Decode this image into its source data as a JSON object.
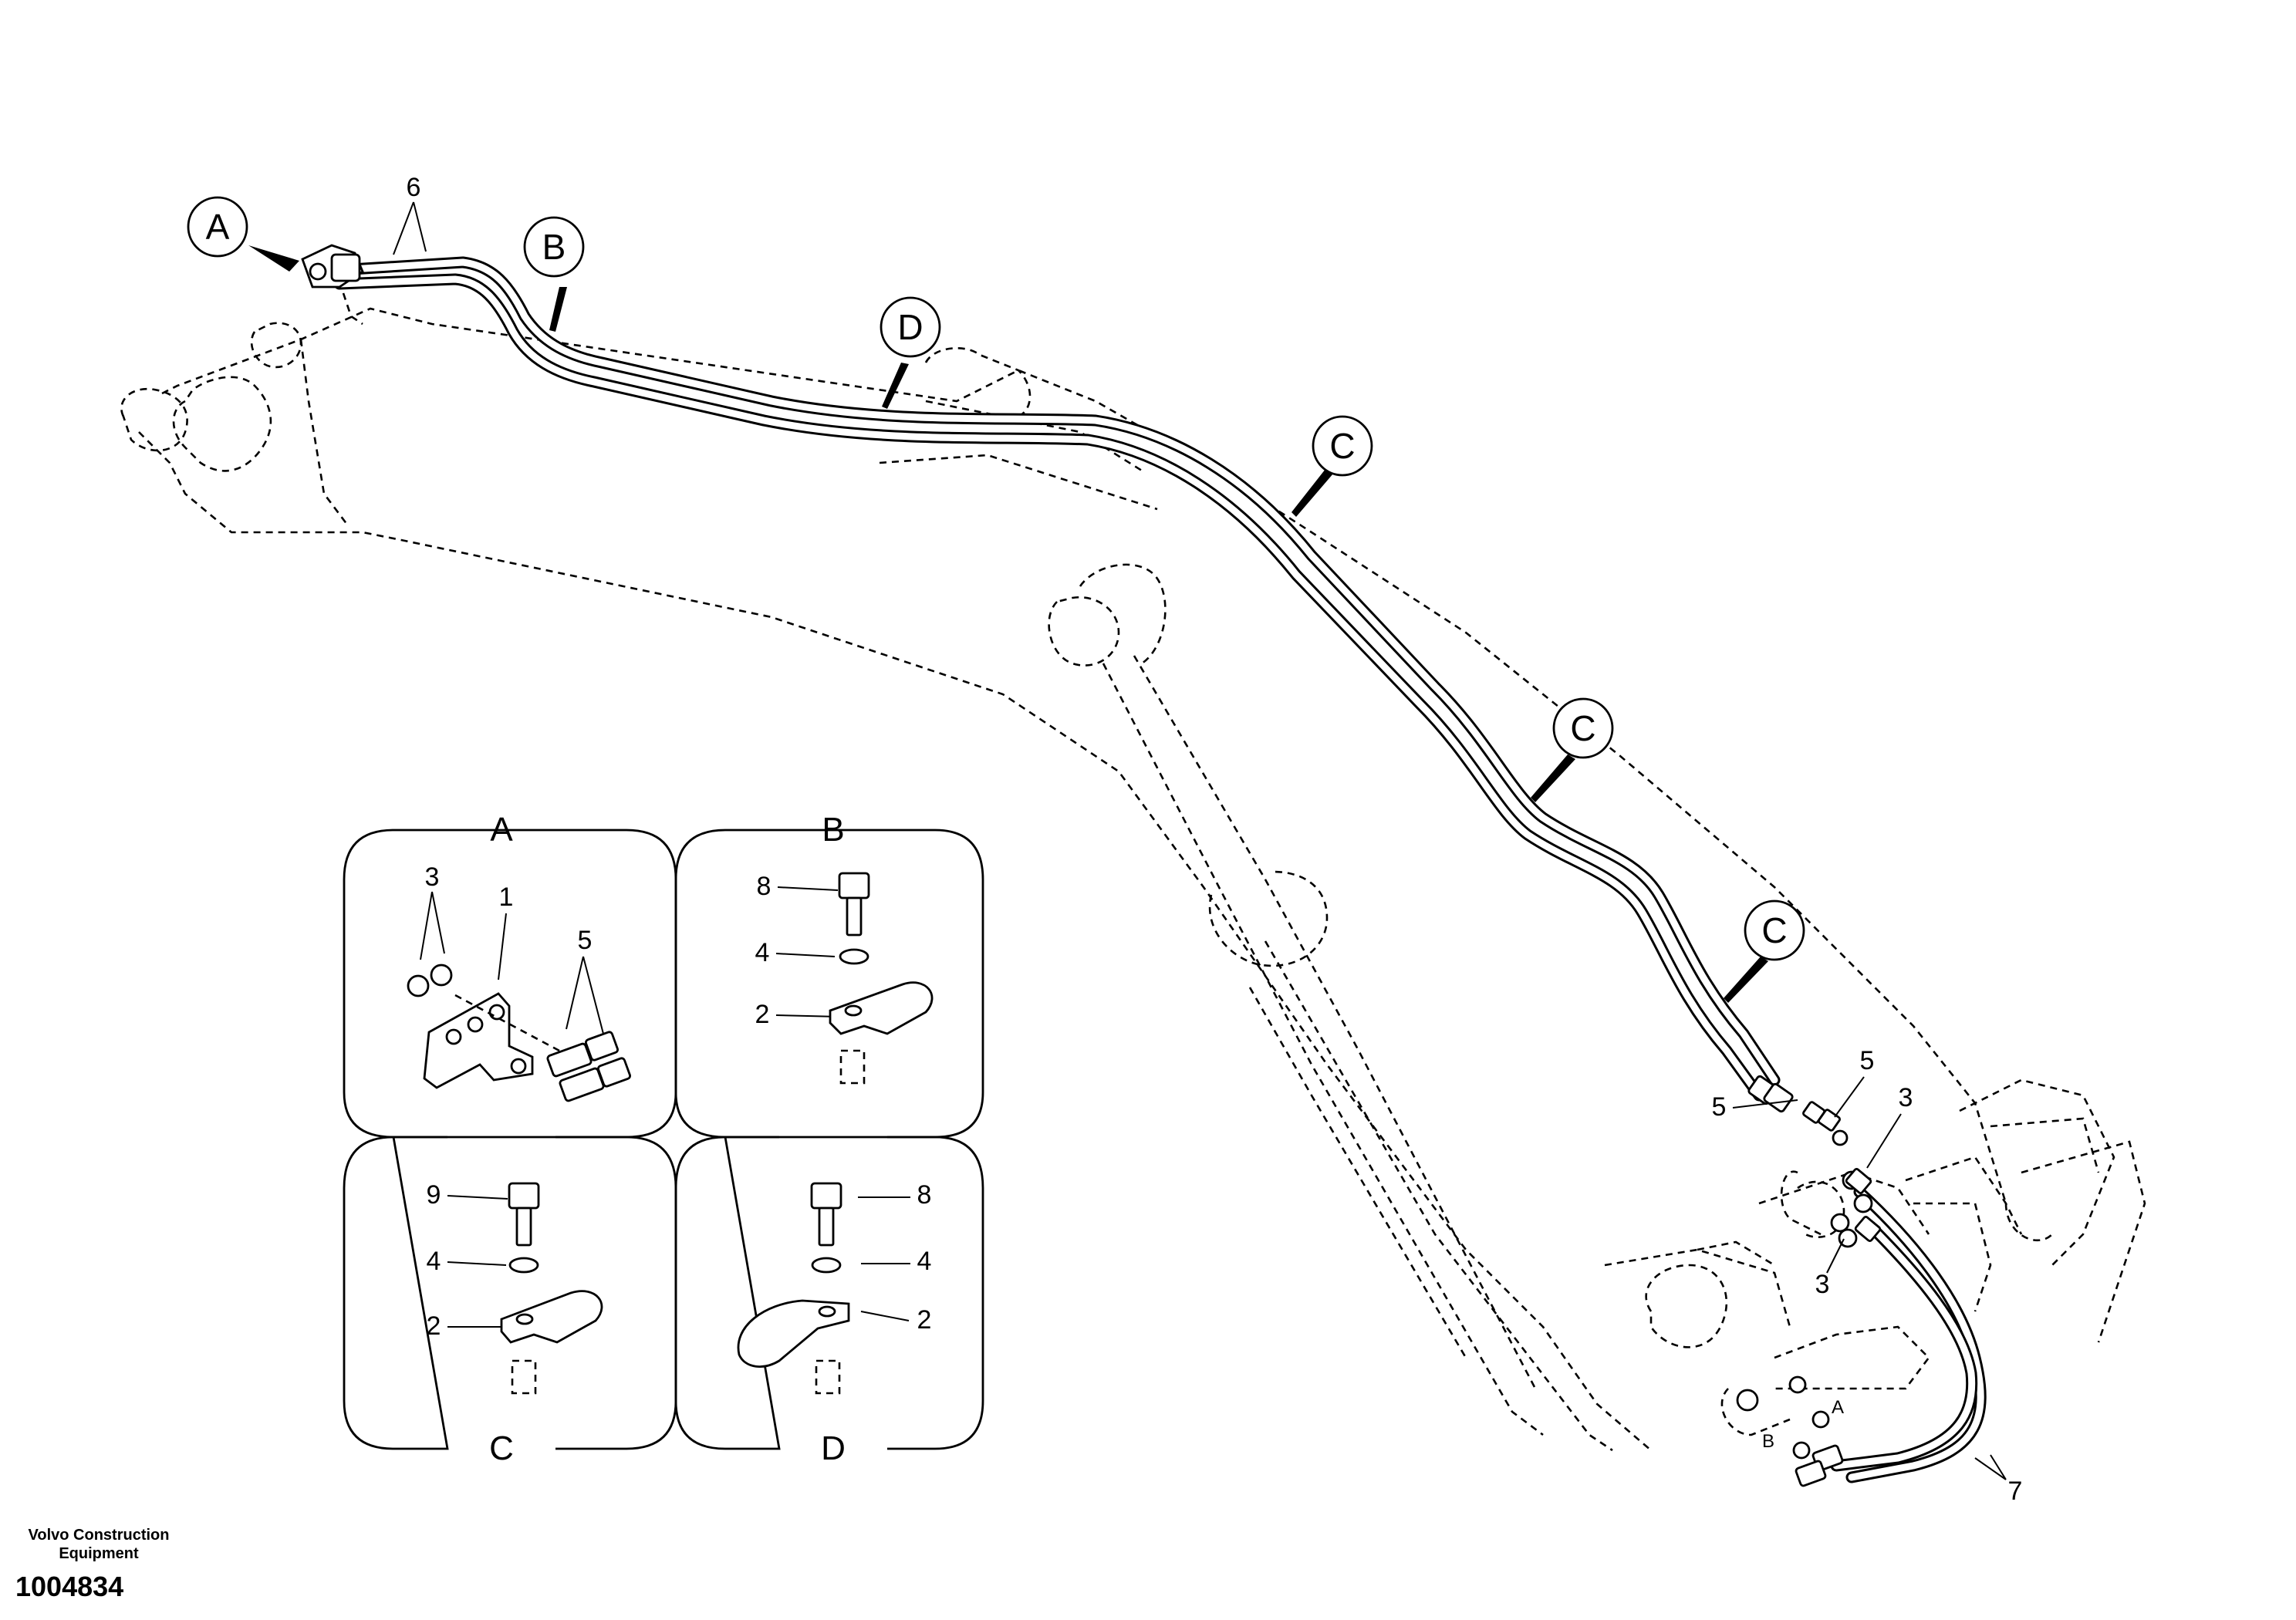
{
  "document": {
    "brand": "Volvo Construction Equipment",
    "brand_line1": "Volvo Construction",
    "brand_line2": "Equipment",
    "figure_number": "1004834"
  },
  "callouts": {
    "A": "A",
    "B": "B",
    "D": "D",
    "C1": "C",
    "C2": "C",
    "C3": "C"
  },
  "part_labels": {
    "main_6": "6",
    "main_5a": "5",
    "main_5b": "5",
    "main_3a": "3",
    "main_3b": "3",
    "main_7": "7",
    "port_A": "A",
    "port_B": "B"
  },
  "detail_panels": [
    {
      "title": "A",
      "labels": [
        "3",
        "1",
        "5"
      ]
    },
    {
      "title": "B",
      "labels": [
        "8",
        "4",
        "2"
      ]
    },
    {
      "title": "C",
      "labels": [
        "9",
        "4",
        "2"
      ]
    },
    {
      "title": "D",
      "labels": [
        "8",
        "4",
        "2"
      ]
    }
  ]
}
